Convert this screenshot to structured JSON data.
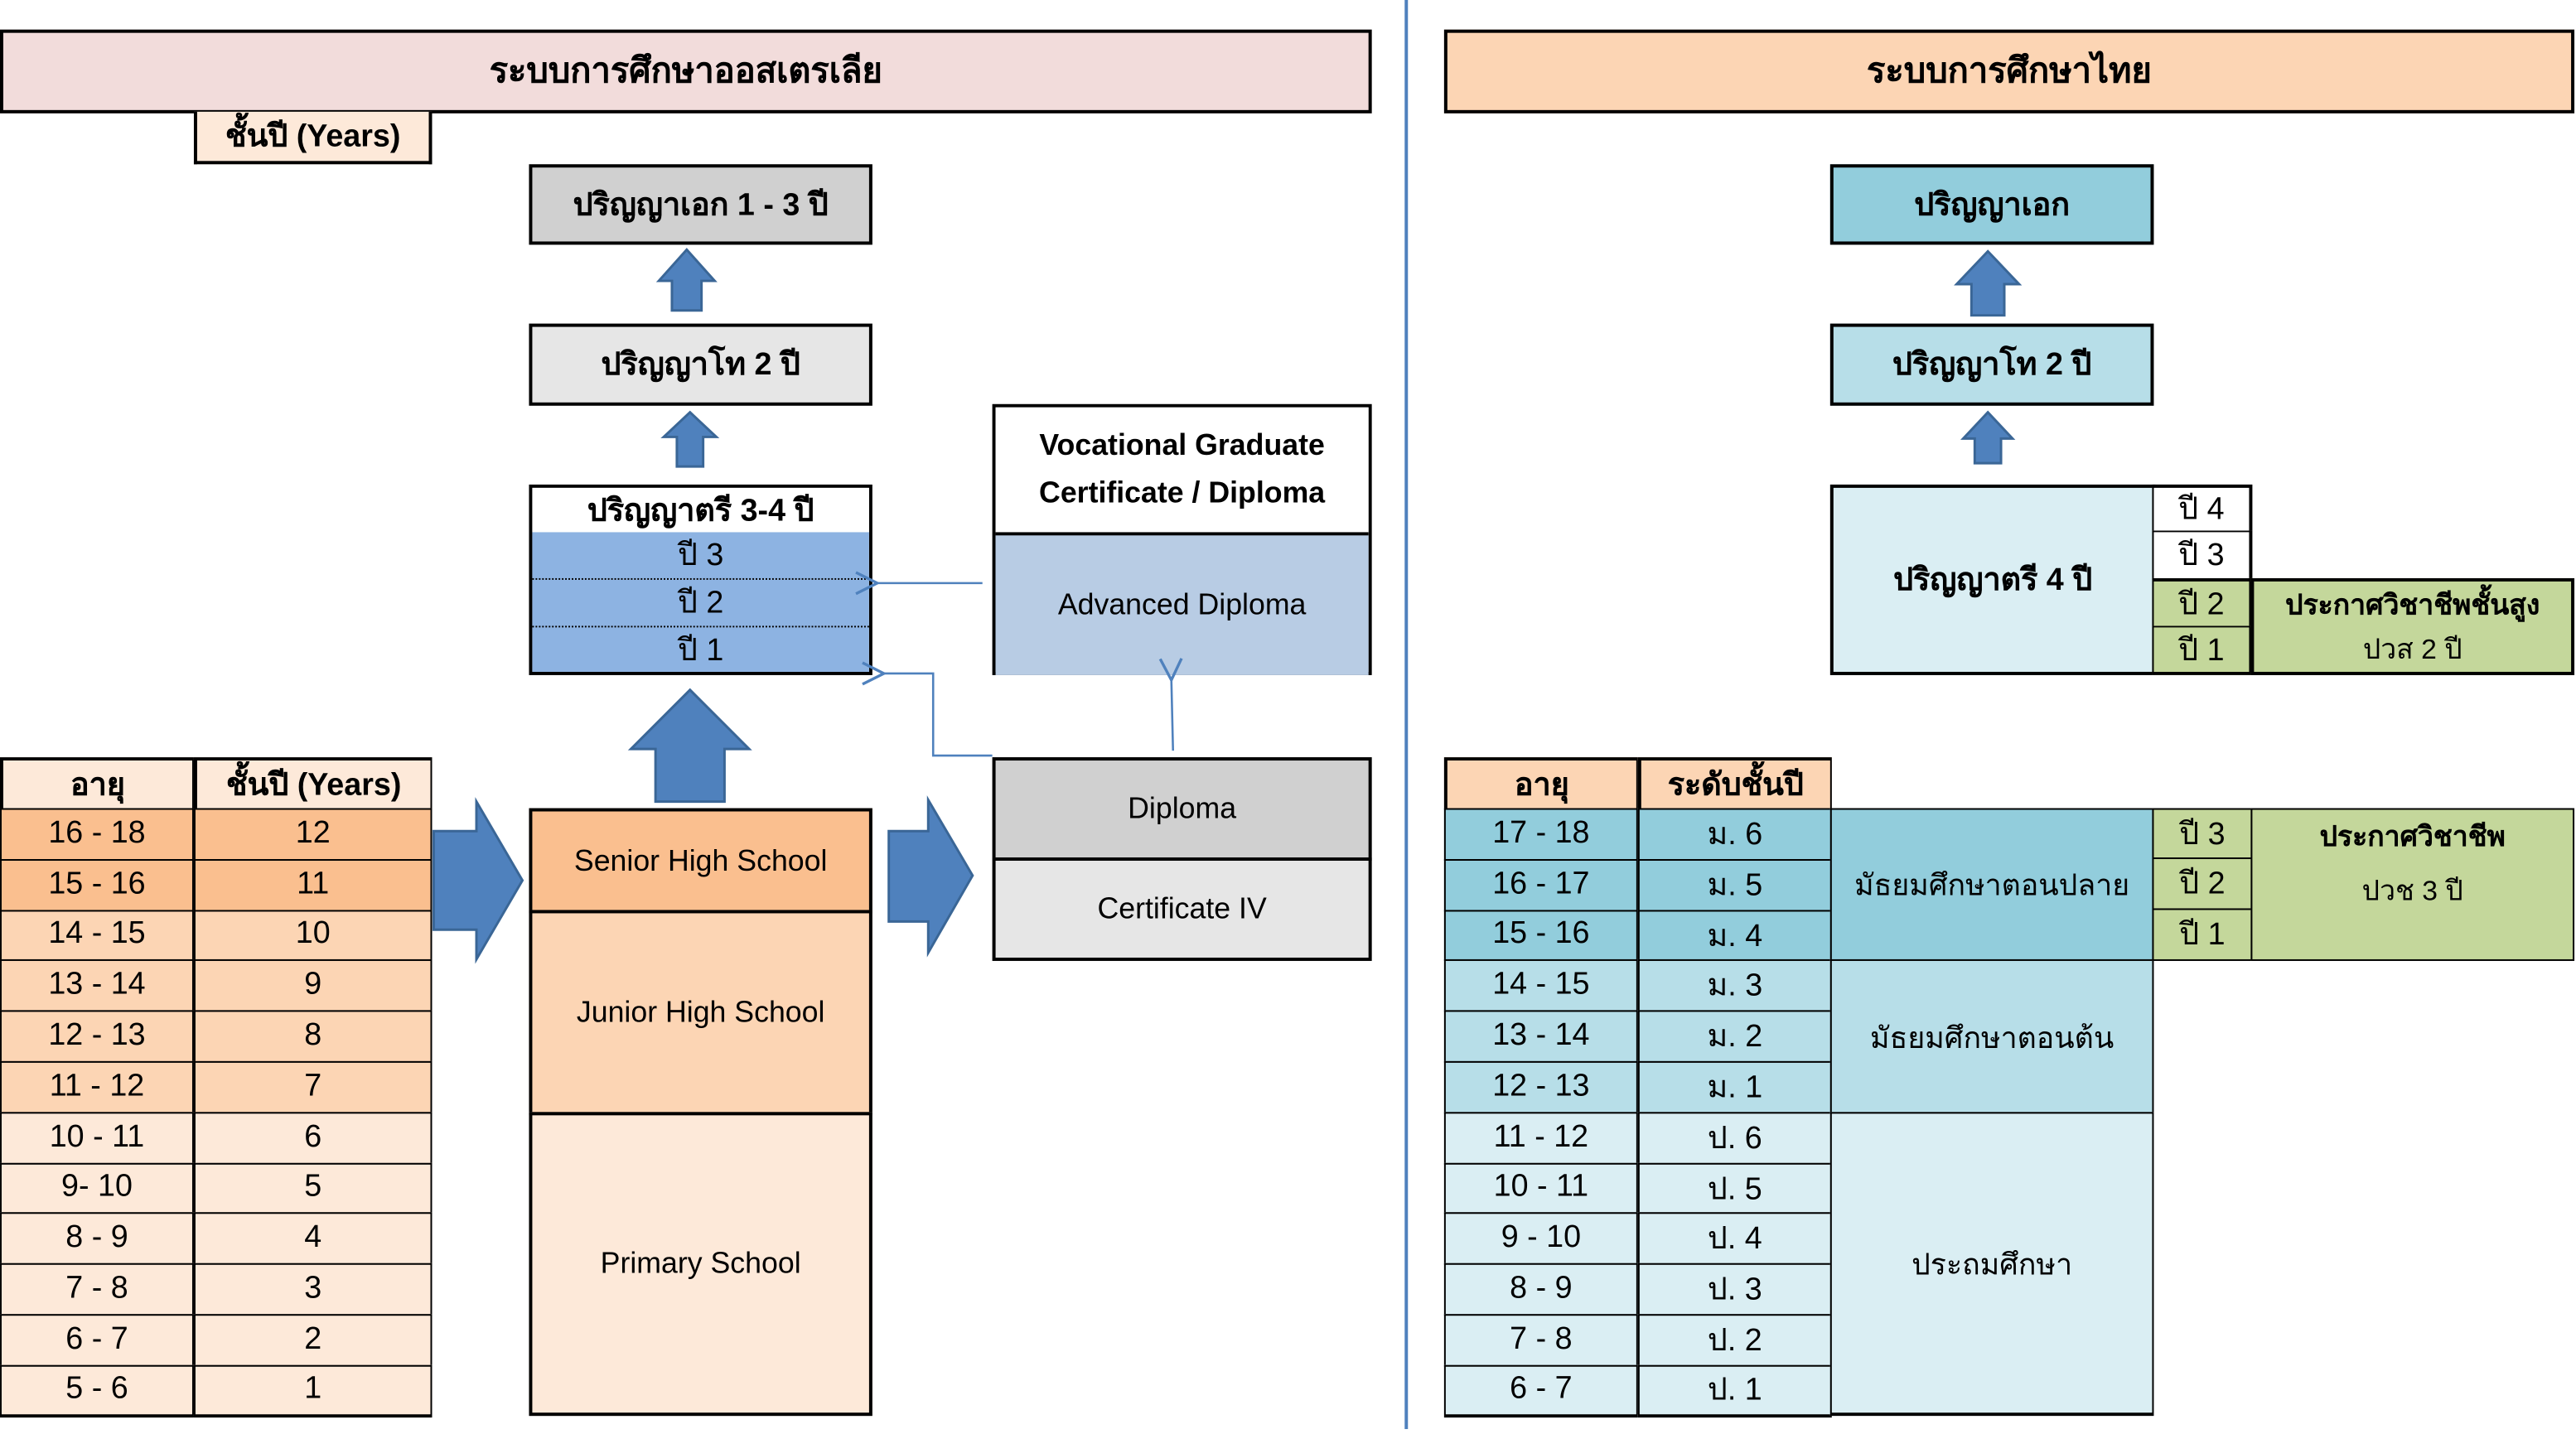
{
  "australia": {
    "title": "ระบบการศึกษาออสเตรเลีย",
    "years_label": "ชั้นปี (Years)",
    "phd": "ปริญญาเอก 1 - 3 ปี",
    "masters": "ปริญญาโท 2 ปี",
    "bachelor": "ปริญญาตรี 3-4 ปี",
    "bachelor_years": [
      "ปี 3",
      "ปี 2",
      "ปี 1"
    ],
    "vocational_graduate": "Vocational Graduate Certificate / Diploma",
    "advanced_diploma": "Advanced Diploma",
    "diploma": "Diploma",
    "certificate_iv": "Certificate IV",
    "senior_high": "Senior High School",
    "junior_high": "Junior High School",
    "primary": "Primary School",
    "table": {
      "headers": [
        "อายุ",
        "ชั้นปี (Years)"
      ],
      "rows": [
        [
          "16 - 18",
          "12"
        ],
        [
          "15 - 16",
          "11"
        ],
        [
          "14 - 15",
          "10"
        ],
        [
          "13 - 14",
          "9"
        ],
        [
          "12 - 13",
          "8"
        ],
        [
          "11 - 12",
          "7"
        ],
        [
          "10 - 11",
          "6"
        ],
        [
          "9- 10",
          "5"
        ],
        [
          "8 - 9",
          "4"
        ],
        [
          "7 - 8",
          "3"
        ],
        [
          "6 - 7",
          "2"
        ],
        [
          "5 - 6",
          "1"
        ]
      ]
    }
  },
  "thailand": {
    "title": "ระบบการศึกษาไทย",
    "phd": "ปริญญาเอก",
    "masters": "ปริญญาโท 2 ปี",
    "bachelor": "ปริญญาตรี 4 ปี",
    "bachelor_years": [
      "ปี 4",
      "ปี 3",
      "ปี 2",
      "ปี 1"
    ],
    "high_voc_title": "ประกาศวิชาชีพชั้นสูง",
    "high_voc_sub": "ปวส 2 ปี",
    "voc_years": [
      "ปี 3",
      "ปี 2",
      "ปี 1"
    ],
    "voc_title": "ประกาศวิชาชีพ",
    "voc_sub": "ปวช 3 ปี",
    "upper_secondary": "มัธยมศึกษาตอนปลาย",
    "lower_secondary": "มัธยมศึกษาตอนต้น",
    "primary": "ประถมศึกษา",
    "table": {
      "headers": [
        "อายุ",
        "ระดับชั้นปี"
      ],
      "rows": [
        [
          "17 - 18",
          "ม. 6"
        ],
        [
          "16 - 17",
          "ม. 5"
        ],
        [
          "15 - 16",
          "ม. 4"
        ],
        [
          "14 - 15",
          "ม. 3"
        ],
        [
          "13 - 14",
          "ม. 2"
        ],
        [
          "12 - 13",
          "ม. 1"
        ],
        [
          "11 - 12",
          "ป. 6"
        ],
        [
          "10 - 11",
          "ป. 5"
        ],
        [
          "9 - 10",
          "ป. 4"
        ],
        [
          "8 - 9",
          "ป. 3"
        ],
        [
          "7 - 8",
          "ป. 2"
        ],
        [
          "6 - 7",
          "ป. 1"
        ]
      ]
    }
  },
  "colors": {
    "arrow": "#4f81bd",
    "divider": "#4f81bd",
    "au_header": "#f2dcdb",
    "th_header": "#fcd5b4",
    "orange_dark": "#fabf8f",
    "orange_mid": "#fcd5b4",
    "orange_light": "#fde9d9",
    "blue_bachelor": "#8db3e2",
    "blue_adv": "#b8cce4",
    "teal_dark": "#92cddc",
    "teal_mid": "#b7dee8",
    "teal_light": "#daeef3",
    "green": "#c4d79b",
    "gray_dark": "#d0d0d0",
    "gray_light": "#e6e6e6"
  }
}
